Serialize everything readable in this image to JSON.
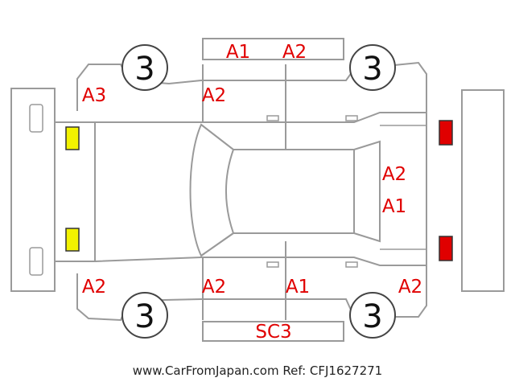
{
  "tires": {
    "front_left": "3",
    "rear_left": "3",
    "front_right": "3",
    "rear_right": "3"
  },
  "marks": {
    "top_a1": "A1",
    "top_a2": "A2",
    "left_front_a3": "A3",
    "left_doors_a2": "A2",
    "rear_a2": "A2",
    "rear_a1": "A1",
    "bottom_front_a2": "A2",
    "bottom_doors_a2": "A2",
    "bottom_doors_a1": "A1",
    "bottom_rear_a2": "A2",
    "sill_sc3": "SC3"
  },
  "lights": {
    "front_color": "#f2f200",
    "rear_color": "#e00000"
  },
  "footer": "www.CarFromJapan.com Ref: CFJ1627271"
}
